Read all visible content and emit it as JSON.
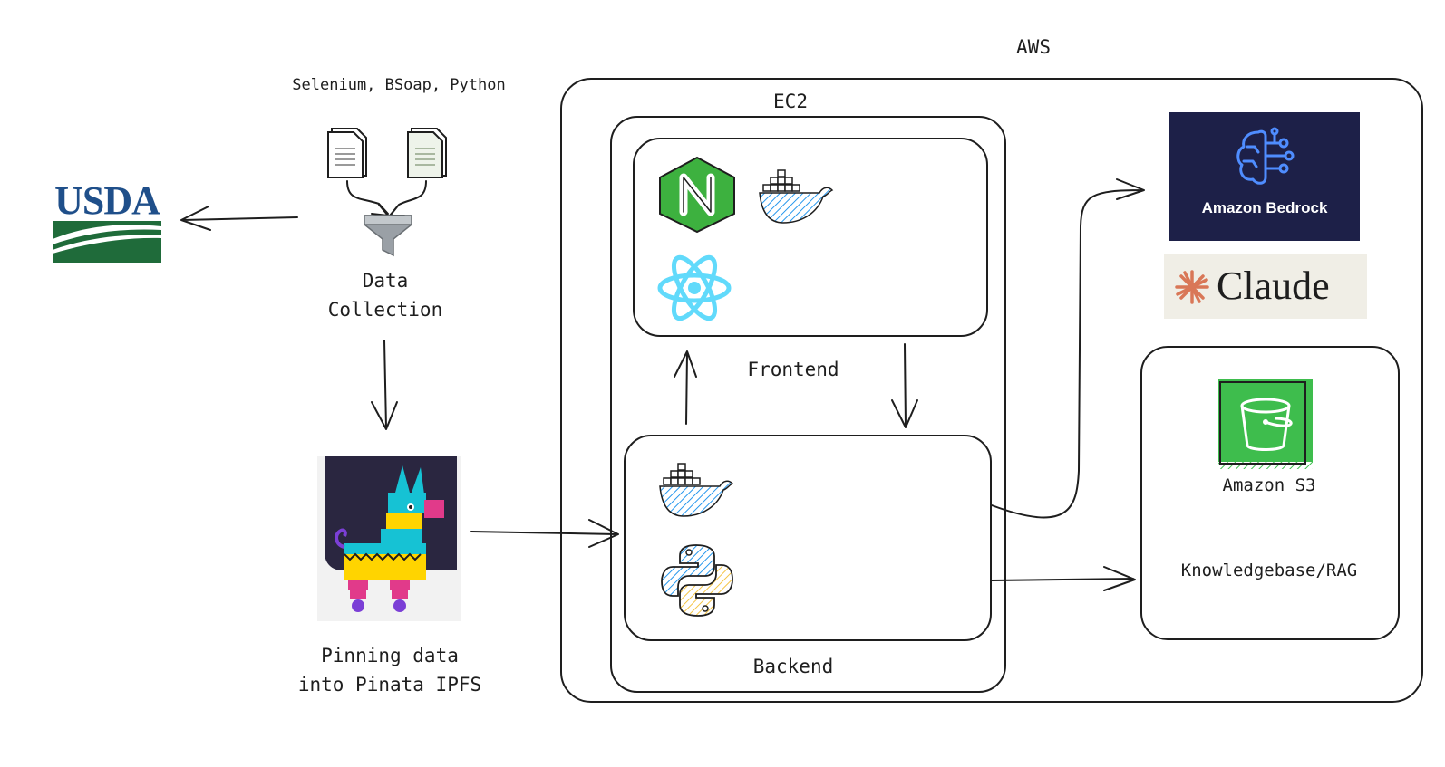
{
  "labels": {
    "aws": "AWS",
    "ec2": "EC2",
    "frontend": "Frontend",
    "backend": "Backend",
    "tools": "Selenium, BSoap, Python",
    "data_collection_line1": "Data",
    "data_collection_line2": "Collection",
    "pinata_line1": "Pinning data",
    "pinata_line2": "into Pinata IPFS",
    "amazon_s3": "Amazon S3",
    "knowledgebase": "Knowledgebase/RAG"
  },
  "logos": {
    "usda": "USDA",
    "amazon_bedrock": "Amazon Bedrock",
    "claude": "Claude"
  },
  "colors": {
    "usda_blue": "#1f4f8a",
    "usda_green": "#1f6b3a",
    "bedrock_bg": "#1d2048",
    "claude_bg": "#f0eee6",
    "claude_star": "#d97757",
    "nginx_green": "#3db13f",
    "react_blue": "#61dafb",
    "docker_blue": "#2496ed",
    "s3_green": "#3ebd4d",
    "python_yellow": "#f4c341",
    "pinata_bg": "#2a2640",
    "stroke": "#1e1e1e"
  }
}
